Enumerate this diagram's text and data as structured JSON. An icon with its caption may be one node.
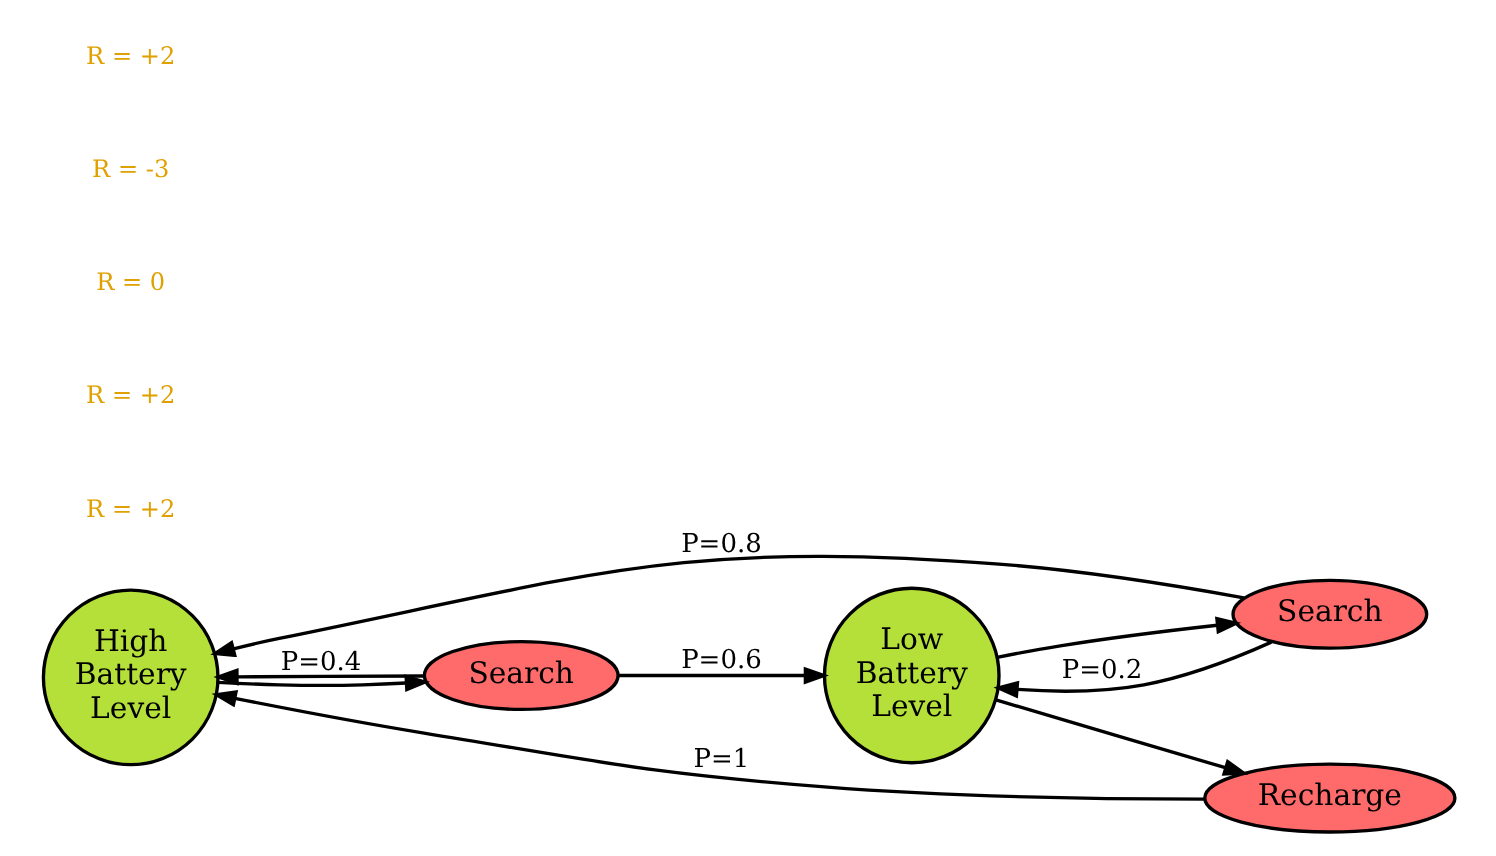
{
  "diagram": {
    "nodes": [
      {
        "text": [
          "High Battery Level"
        ]
      },
      {
        "text": [
          "Search"
        ]
      },
      {
        "text": [
          "Recharge"
        ]
      },
      {
        "text": [
          "Search"
        ]
      },
      {
        "text": [
          "Low Battery Level"
        ]
      }
    ],
    "edges": [
      {
        "from": 0,
        "to": 1,
        "arrow": "to"
      },
      {
        "from": 1,
        "to": 0,
        "arrow": "to",
        "label": "P=0.4"
      },
      {
        "from": 1,
        "to": 4,
        "arrow": "to",
        "label": "P=0.6"
      },
      {
        "from": 4,
        "to": 2,
        "arrow": "to"
      },
      {
        "from": 2,
        "to": 0,
        "arrow": "to",
        "label": "P=1"
      },
      {
        "from": 4,
        "to": 3,
        "arrow": "to"
      },
      {
        "from": 3,
        "to": 0,
        "arrow": "to",
        "label": "P=0.8"
      },
      {
        "from": 3,
        "to": 4,
        "arrow": "to",
        "label": "P=0.2"
      }
    ],
    "labels": [
      "R = +2",
      "R = +2",
      "R = 0",
      "R = -3",
      "R = +2"
    ]
  }
}
